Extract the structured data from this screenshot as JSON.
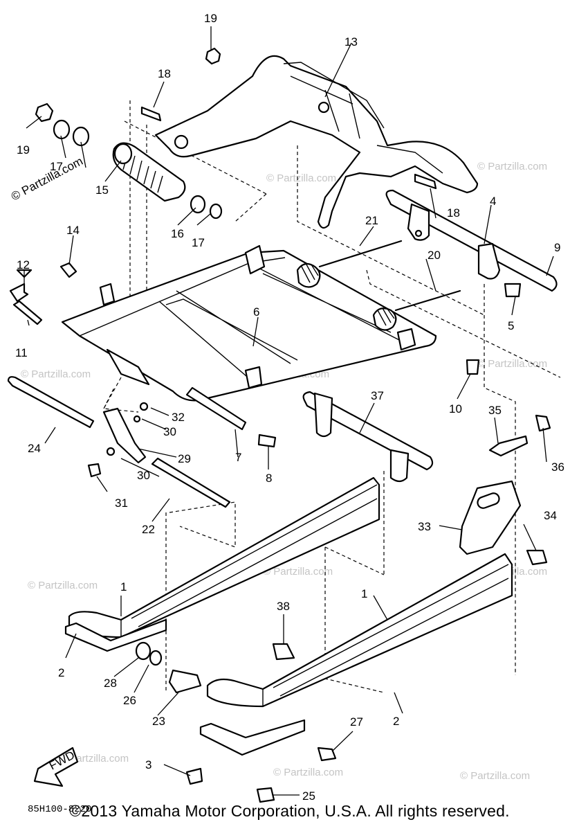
{
  "watermarks": {
    "left_rotated": "© Partzilla.com",
    "tile": "© Partzilla.com"
  },
  "drawing_number": "85H100-8220",
  "fwd_label": "FWD",
  "copyright": "©2013 Yamaha Motor Corporation, U.S.A. All rights reserved.",
  "callouts": [
    "1",
    "1",
    "2",
    "2",
    "3",
    "4",
    "5",
    "6",
    "7",
    "8",
    "9",
    "10",
    "11",
    "12",
    "13",
    "14",
    "15",
    "16",
    "17",
    "17",
    "18",
    "18",
    "19",
    "19",
    "20",
    "21",
    "22",
    "23",
    "24",
    "25",
    "26",
    "27",
    "28",
    "29",
    "30",
    "30",
    "31",
    "32",
    "33",
    "34",
    "35",
    "36",
    "37",
    "38"
  ]
}
